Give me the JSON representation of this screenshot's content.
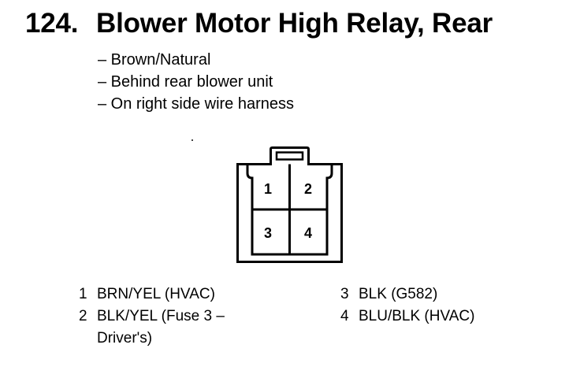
{
  "title": {
    "number": "124.",
    "text": "Blower Motor High Relay, Rear"
  },
  "notes": [
    "– Brown/Natural",
    "– Behind rear blower unit",
    "– On right side wire harness"
  ],
  "connector": {
    "cells": [
      "1",
      "2",
      "3",
      "4"
    ]
  },
  "pins": {
    "left": [
      {
        "num": "1",
        "desc": "BRN/YEL (HVAC)"
      },
      {
        "num": "2",
        "desc": "BLK/YEL (Fuse 3 –\nDriver's)"
      }
    ],
    "right": [
      {
        "num": "3",
        "desc": "BLK (G582)"
      },
      {
        "num": "4",
        "desc": "BLU/BLK (HVAC)"
      }
    ]
  }
}
